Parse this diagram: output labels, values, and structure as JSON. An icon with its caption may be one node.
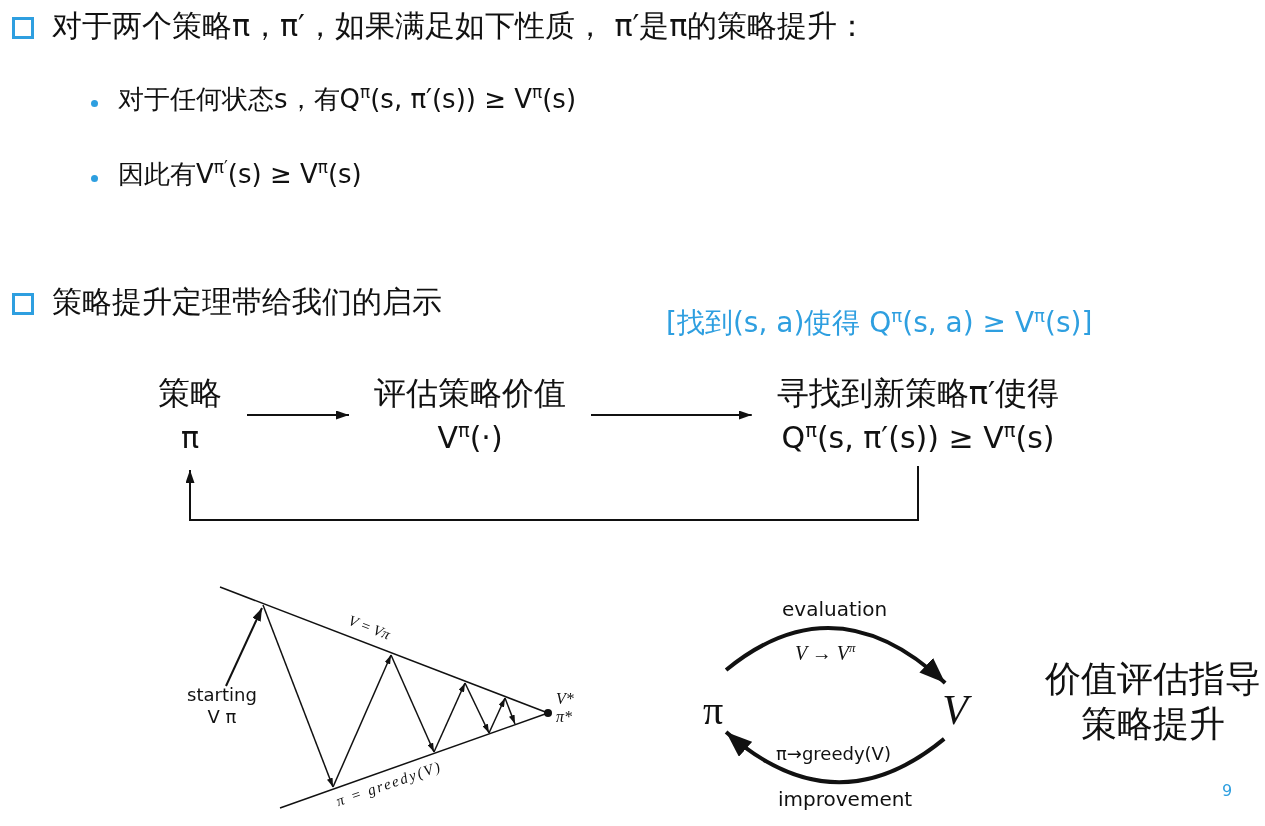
{
  "diagram": {
    "nodes": [
      {
        "text": [
          "策略",
          "π"
        ]
      },
      {
        "text": [
          "评估策略价值",
          "V$^{π}$(·)"
        ]
      },
      {
        "text": [
          "寻找到新策略π′使得",
          "Q$^{π}$(s, π′(s)) ≥ V$^{π}$(s)"
        ]
      },
      {
        "text": [
          "starting V π"
        ]
      },
      {
        "text": [
          "π"
        ]
      },
      {
        "text": [
          "V"
        ]
      }
    ],
    "edges": [
      {
        "from": 0,
        "to": 1,
        "arrow": "to"
      },
      {
        "from": 1,
        "to": 2,
        "arrow": "to"
      },
      {
        "from": 2,
        "to": 0,
        "arrow": "to"
      },
      {
        "from": 3,
        "to": null,
        "arrow": "to"
      },
      {
        "from": 4,
        "to": 5,
        "arrow": "to",
        "label": "evaluation",
        "style": "thick"
      },
      {
        "from": 5,
        "to": 4,
        "arrow": "to",
        "label": "improvement",
        "style": "thick"
      }
    ],
    "labels": [
      "对于两个策略π，π′，如果满足如下性质， π′是π的策略提升：",
      "对于任何状态s，有Q$^{π}$(s, π′(s)) ≥ V$^{π}$(s)",
      "因此有V$^{π′}$(s) ≥ V$^{π}$(s)",
      "策略提升定理带给我们的启示",
      "[找到(s, a)使得 Q$^{π}$(s, a) ≥ V$^{π}$(s)]",
      "V = Vπ",
      "π = greedy(V)",
      "V* π*",
      "V → V$^{π}$",
      "π→greedy(V)",
      "价值评估指导策略提升",
      "9"
    ]
  }
}
